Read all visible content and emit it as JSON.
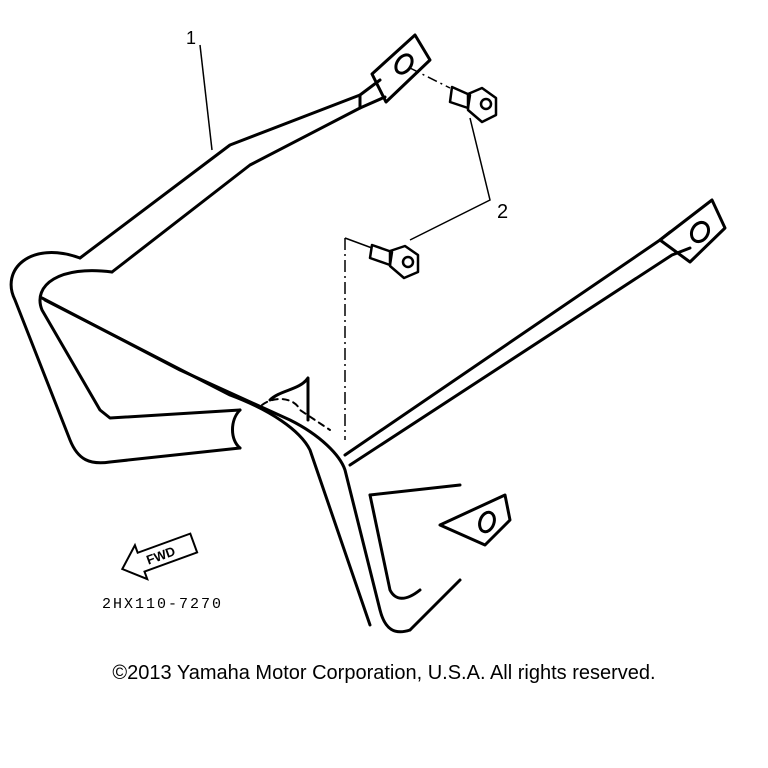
{
  "diagram": {
    "callouts": {
      "part_1": "1",
      "part_2": "2"
    },
    "direction_arrow": {
      "label": "FWD"
    },
    "part_number": "2HX110-7270"
  },
  "footer": {
    "copyright": "©2013 Yamaha Motor Corporation, U.S.A. All rights reserved."
  }
}
